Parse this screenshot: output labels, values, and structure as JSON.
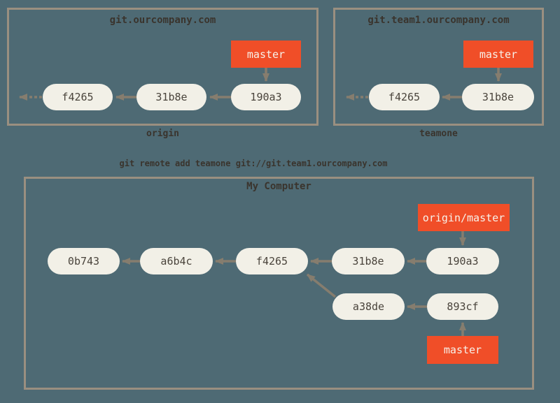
{
  "colors": {
    "background": "#4E6A74",
    "box_border": "#9A8F80",
    "node_fill": "#F2F0E7",
    "node_text": "#4A443C",
    "branch_fill": "#F04E28",
    "branch_text": "#F7F1E9",
    "arrow": "#867D6E",
    "label_text": "#3A342D"
  },
  "command": "git remote add teamone git://git.team1.ourcompany.com",
  "origin_box": {
    "title": "git.ourcompany.com",
    "label": "origin",
    "branch": "master",
    "commits": [
      "f4265",
      "31b8e",
      "190a3"
    ]
  },
  "teamone_box": {
    "title": "git.team1.ourcompany.com",
    "label": "teamone",
    "branch": "master",
    "commits": [
      "f4265",
      "31b8e"
    ]
  },
  "local_box": {
    "title": "My Computer",
    "remote_branch": "origin/master",
    "branch": "master",
    "main_commits": [
      "0b743",
      "a6b4c",
      "f4265",
      "31b8e",
      "190a3"
    ],
    "feature_commits": [
      "a38de",
      "893cf"
    ]
  }
}
